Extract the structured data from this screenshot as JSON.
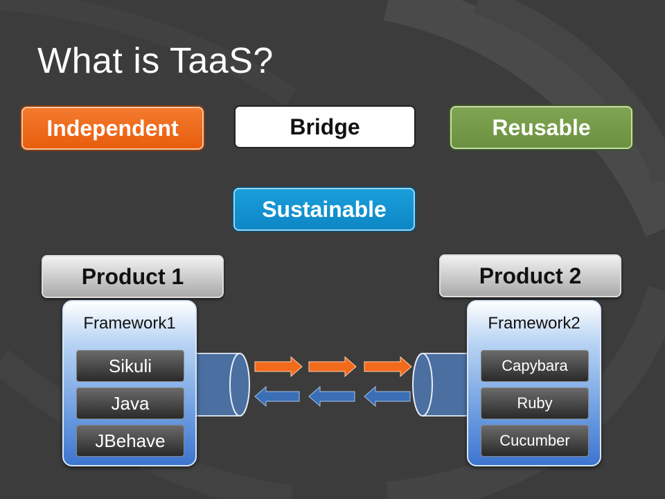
{
  "slide": {
    "title": "What is TaaS?"
  },
  "attributes": {
    "independent": "Independent",
    "bridge": "Bridge",
    "reusable": "Reusable",
    "sustainable": "Sustainable"
  },
  "products": [
    {
      "name": "Product 1",
      "framework": "Framework1",
      "tools": [
        "Sikuli",
        "Java",
        "JBehave"
      ]
    },
    {
      "name": "Product 2",
      "framework": "Framework2",
      "tools": [
        "Capybara",
        "Ruby",
        "Cucumber"
      ]
    }
  ],
  "colors": {
    "background": "#3c3c3c",
    "orange": "#f26a1b",
    "green": "#76a04a",
    "blue": "#1596d3",
    "pipe": "#4a6fa0",
    "arrow_right": "#f26a1b",
    "arrow_left": "#3a6fb5"
  }
}
